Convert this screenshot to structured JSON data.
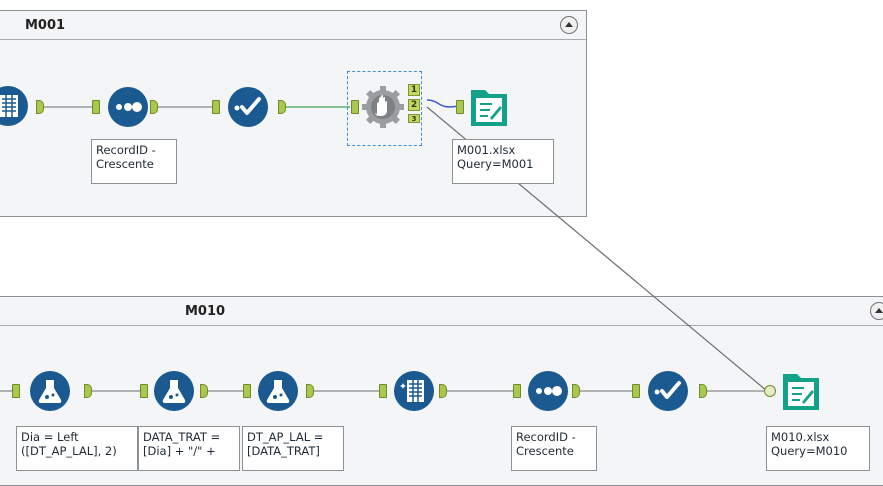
{
  "containers": {
    "top": {
      "title": "M001"
    },
    "bottom": {
      "title": "M010"
    }
  },
  "annotations": {
    "top_record_id": [
      "RecordID -",
      "Crescente"
    ],
    "top_output": [
      "M001.xlsx",
      "Query=M001"
    ],
    "bottom_formula1": [
      "Dia = Left",
      "([DT_AP_LAL], 2)"
    ],
    "bottom_formula2": [
      "DATA_TRAT =",
      "[Dia] + \"/\" +"
    ],
    "bottom_formula3": [
      "DT_AP_LAL =",
      "[DATA_TRAT]"
    ],
    "bottom_record_id": [
      "RecordID -",
      "Crescente"
    ],
    "bottom_output": [
      "M010.xlsx",
      "Query=M010"
    ]
  },
  "anchors": {
    "filter_out_1": "1",
    "filter_out_2": "2",
    "filter_out_3": "3"
  },
  "icons": {
    "select": "select-tool-icon",
    "record_id": "record-id-tool-icon",
    "check": "check-tool-icon",
    "hand": "block-until-done-icon",
    "output": "output-data-icon",
    "formula": "formula-tool-icon"
  },
  "colors": {
    "tool_blue": "#1a5a91",
    "output_teal": "#12a289",
    "anchor_green": "#a9c94c",
    "connector_green": "#5bb26a",
    "connector_blue": "#3a5bd0",
    "connector_grey": "#6d6d6d"
  }
}
